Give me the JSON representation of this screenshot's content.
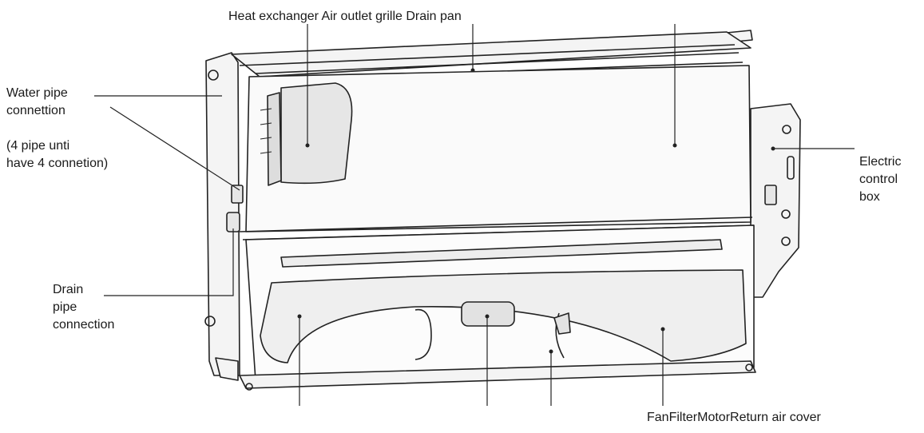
{
  "labels": {
    "top": "Heat exchanger Air outlet grille Drain pan",
    "water_pipe": [
      "Water pipe",
      "connettion"
    ],
    "water_note": [
      "(4 pipe unti",
      "have 4 connetion)"
    ],
    "electric": [
      "Electric",
      "control",
      "box"
    ],
    "drain_pipe": [
      "Drain",
      "pipe",
      "connection"
    ],
    "bottom": "FanFilterMotorReturn air cover"
  },
  "colors": {
    "line": "#222222",
    "fill_light": "#f4f4f4",
    "fill_mid": "#e6e6e6",
    "text": "#1a1a1a"
  }
}
